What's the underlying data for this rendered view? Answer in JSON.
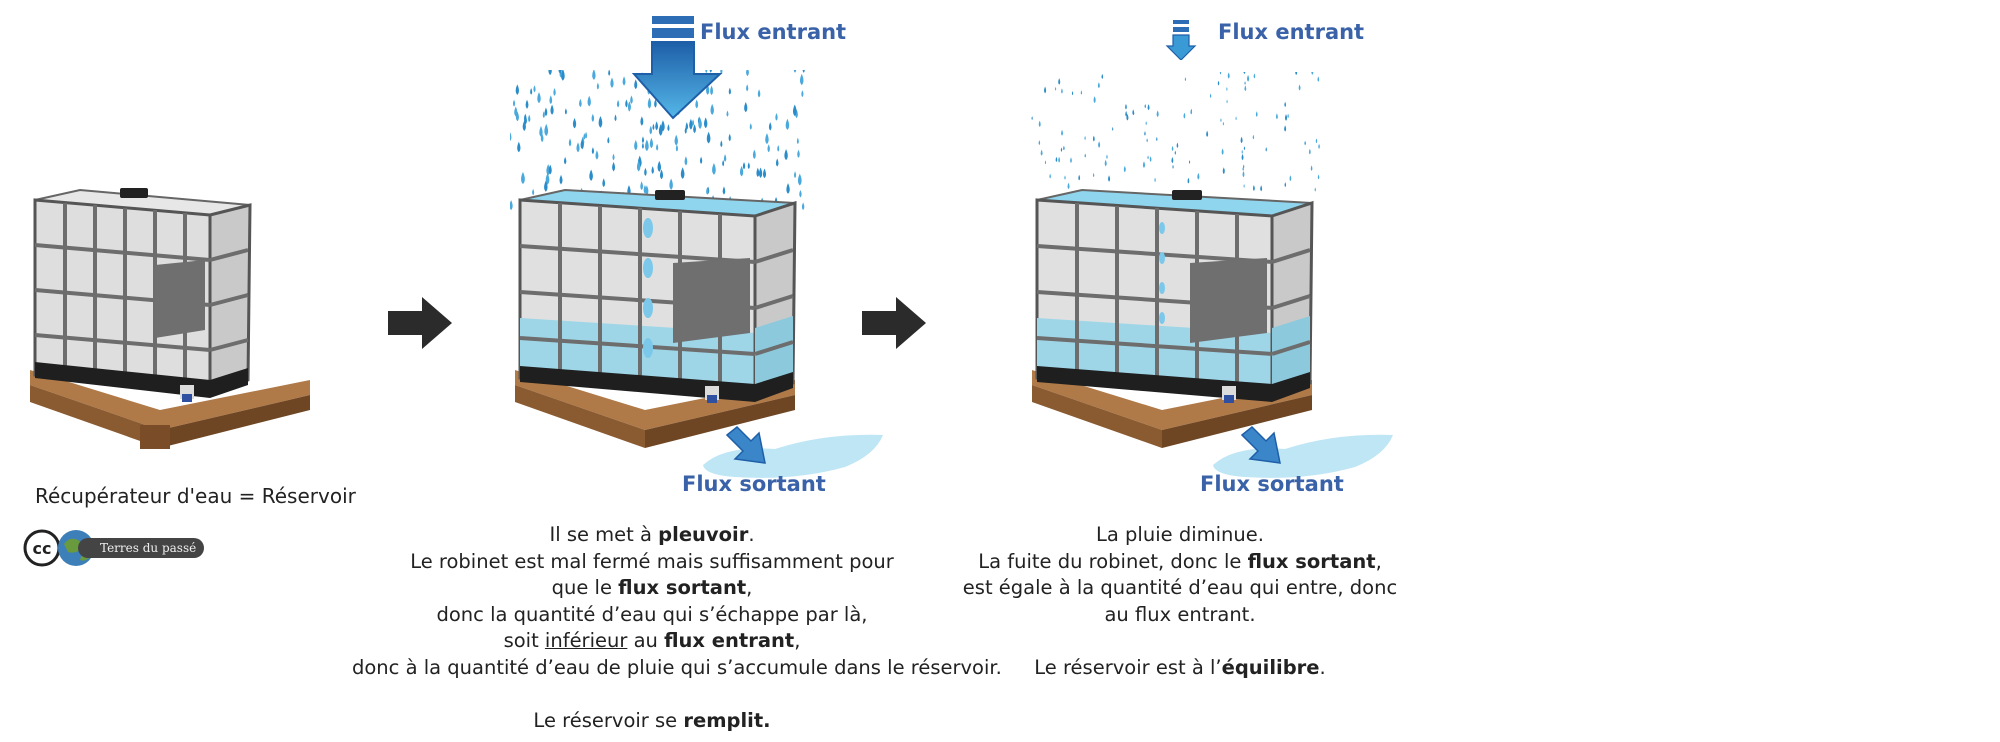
{
  "labels": {
    "tank1": "Récupérateur d'eau = Réservoir",
    "inflow": "Flux entrant",
    "outflow": "Flux sortant",
    "inflow2": "Flux entrant",
    "outflow2": "Flux sortant"
  },
  "credit": {
    "cc": "cc",
    "text": "Terres du passé"
  },
  "caption2": {
    "l1a": "Il se met à ",
    "l1b": "pleuvoir",
    "l1c": ".",
    "l2": "Le robinet est mal fermé mais suffisamment pour",
    "l3a": "que le ",
    "l3b": "flux sortant",
    "l3c": ",",
    "l4": "donc la quantité d’eau qui s’échappe par là,",
    "l5a": "soit ",
    "l5b": "inférieur",
    "l5c": " au ",
    "l5d": "flux entrant",
    "l5e": ",",
    "l6": "donc à la quantité d’eau de pluie qui s’accumule dans le réservoir.",
    "l7a": "Le réservoir se ",
    "l7b": "remplit."
  },
  "caption3": {
    "l1": "La pluie diminue.",
    "l2a": "La fuite du robinet, donc le ",
    "l2b": "flux sortant",
    "l2c": ",",
    "l3": "est égale à la quantité d’eau qui entre,  donc",
    "l4": "au flux entrant.",
    "l5a": "Le réservoir est à l’",
    "l5b": "équilibre",
    "l5c": "."
  },
  "colors": {
    "arrow_blue": "#2f86c8",
    "water": "#a9dcea",
    "label_blue": "#3a62a8",
    "arrow_dark": "#2b2b2b"
  }
}
